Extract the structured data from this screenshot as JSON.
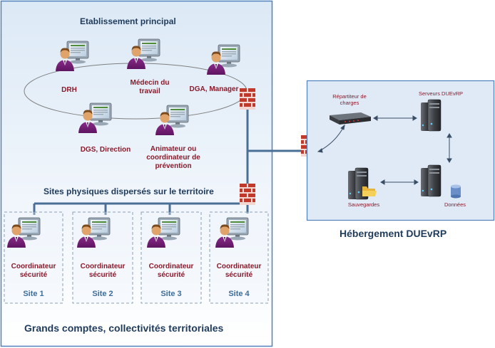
{
  "colors": {
    "panel_border": "#4f81bd",
    "panel_fill_top": "#dce9f6",
    "panel_fill_bottom": "#ffffff",
    "hosting_fill": "#dfeaf6",
    "network_line": "#4a6f96",
    "label_red": "#8b1a2b",
    "heading_dark": "#1f3b5c",
    "site_label": "#3d6d9a",
    "firewall_red": "#c0392b"
  },
  "main_site": {
    "title": "Etablissement principal",
    "users": [
      {
        "label": "DRH",
        "icon": "user-computer-icon"
      },
      {
        "label": "Médecin du travail",
        "line1": "Médecin du",
        "line2": "travail",
        "icon": "user-computer-icon"
      },
      {
        "label": "DGA, Manager",
        "icon": "user-computer-icon"
      },
      {
        "label": "DGS, Direction",
        "icon": "user-computer-icon"
      },
      {
        "label": "Animateur ou coordinateur de prévention",
        "line1": "Animateur ou",
        "line2": "coordinateur de",
        "line3": "prévention",
        "icon": "user-computer-icon"
      }
    ]
  },
  "remote_sites": {
    "title": "Sites physiques dispersés sur le territoire",
    "sites": [
      {
        "name": "Site 1",
        "user_line1": "Coordinateur",
        "user_line2": "sécurité"
      },
      {
        "name": "Site 2",
        "user_line1": "Coordinateur",
        "user_line2": "sécurité"
      },
      {
        "name": "Site 3",
        "user_line1": "Coordinateur",
        "user_line2": "sécurité"
      },
      {
        "name": "Site 4",
        "user_line1": "Coordinateur",
        "user_line2": "sécurité"
      }
    ]
  },
  "client_panel": {
    "footer": "Grands comptes, collectivités territoriales"
  },
  "hosting": {
    "title": "Hébergement DUEvRP",
    "load_balancer_line1": "Répartiteur de",
    "load_balancer_line2": "charges",
    "servers_label": "Serveurs DUEvRP",
    "backups_label": "Sauvegardes",
    "data_label": "Données"
  },
  "icons": [
    "firewall-icon",
    "user-computer-icon",
    "server-icon",
    "load-balancer-icon",
    "folder-icon",
    "database-icon"
  ]
}
